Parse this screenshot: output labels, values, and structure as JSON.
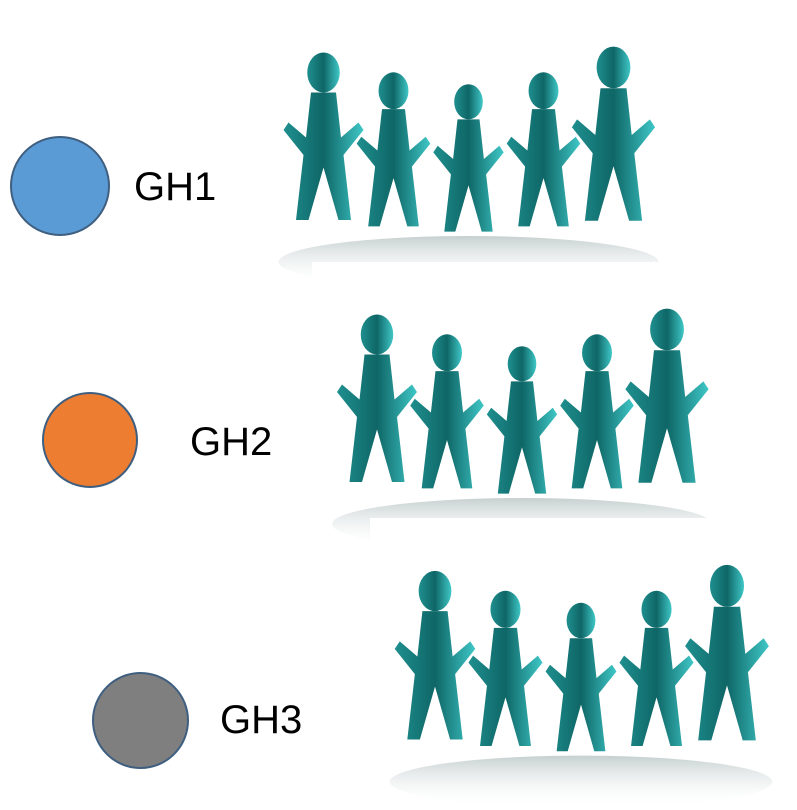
{
  "groups": [
    {
      "label": "GH1",
      "dot_color": "#5b9bd5",
      "icon": "people-chain-icon"
    },
    {
      "label": "GH2",
      "dot_color": "#ed7d31",
      "icon": "people-chain-icon"
    },
    {
      "label": "GH3",
      "dot_color": "#7f7f7f",
      "icon": "people-chain-icon"
    }
  ]
}
